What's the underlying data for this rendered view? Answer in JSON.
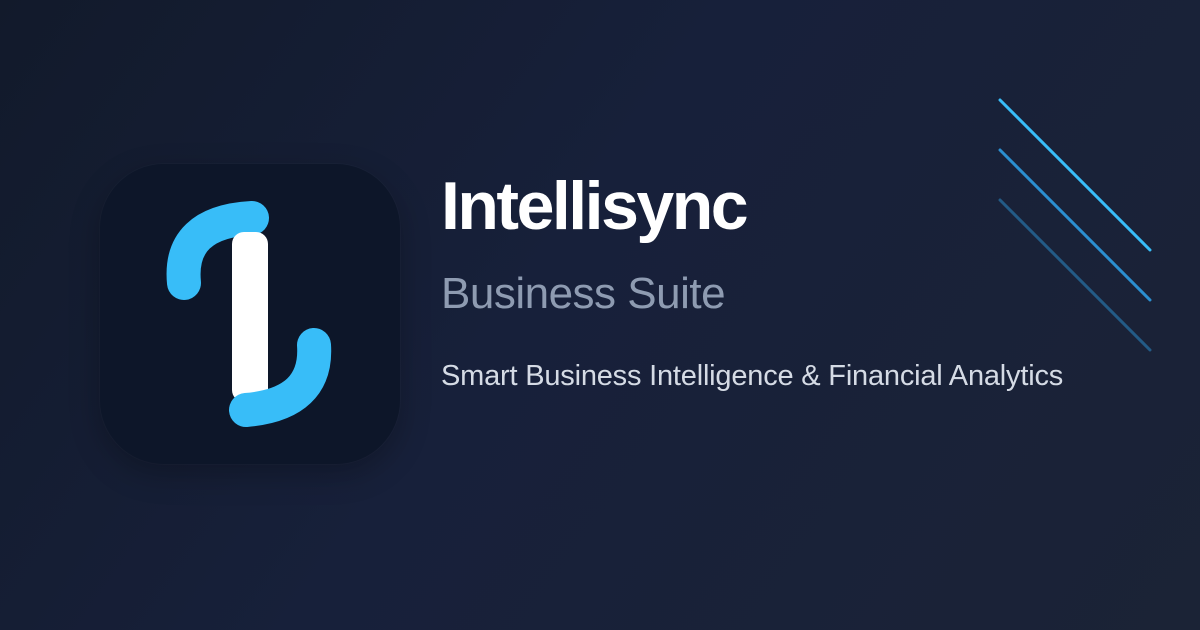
{
  "brand": {
    "name": "Intellisync",
    "product": "Business Suite",
    "tagline": "Smart Business Intelligence & Financial Analytics"
  },
  "logo": {
    "icon": "intellisync-logo-icon",
    "background_color": "#0d1629",
    "accent_color": "#38bdf8",
    "stem_color": "#ffffff"
  },
  "decoration": {
    "icon": "diagonal-lines",
    "colors": [
      "#38bdf8",
      "#2b8fd0",
      "#235b86"
    ]
  },
  "colors": {
    "background": "#161f33",
    "title": "#ffffff",
    "subtitle": "#8e9bb1",
    "tagline": "#d5dbe5"
  }
}
